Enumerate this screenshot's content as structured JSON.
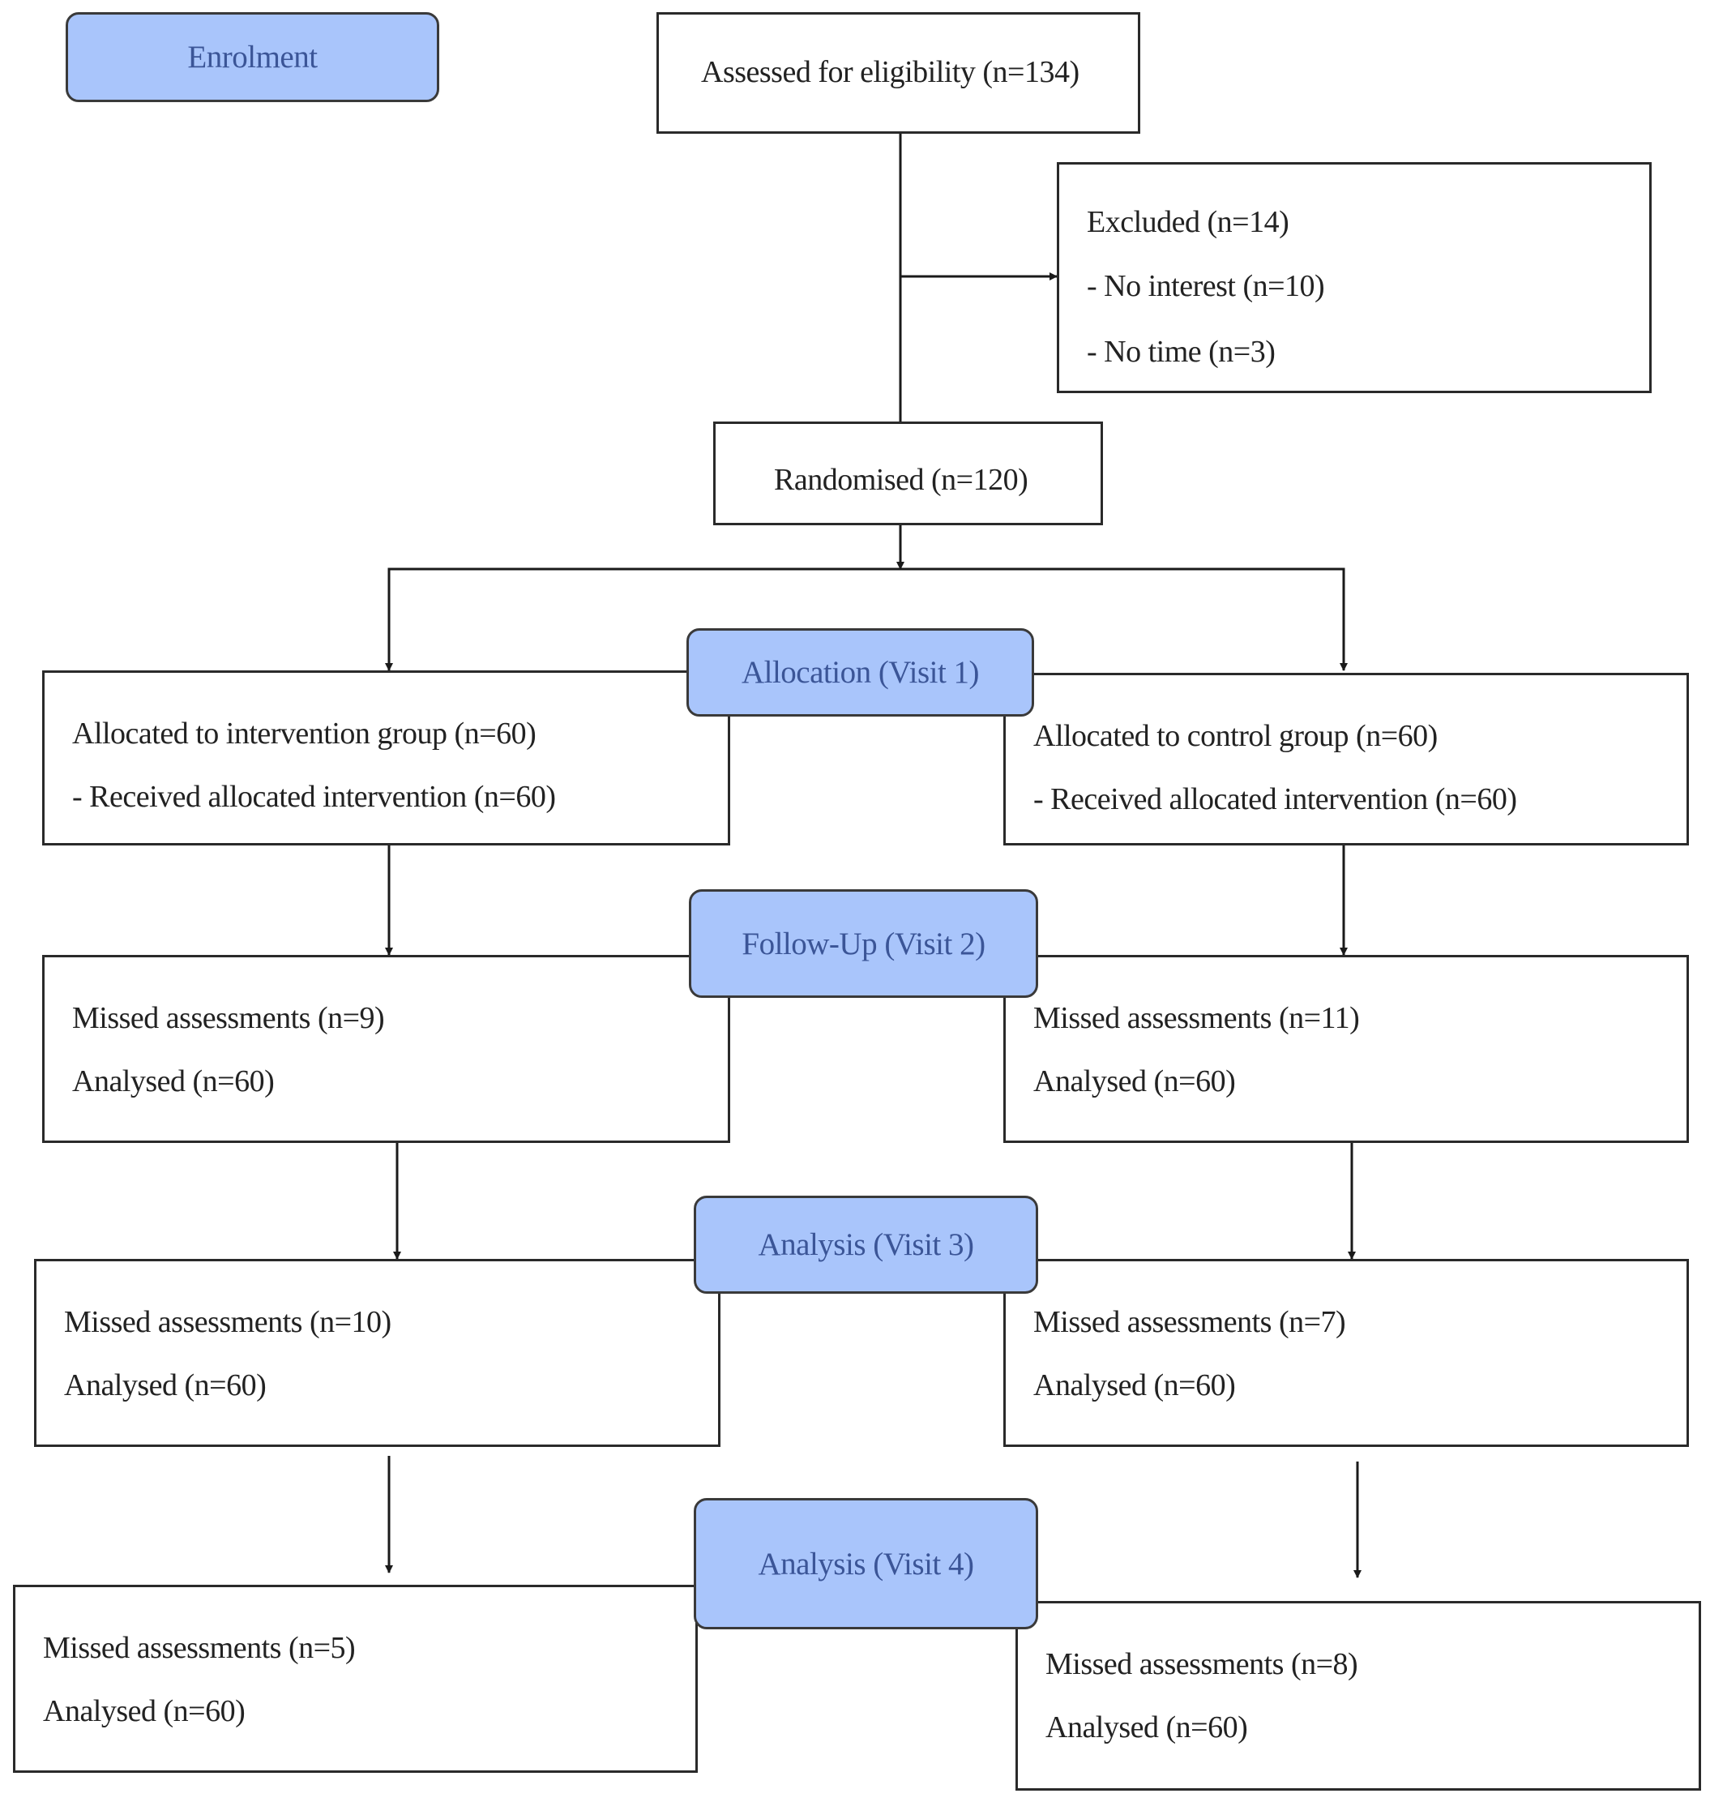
{
  "colors": {
    "stage_fill": "#a9c5fb",
    "stage_text": "#3b5597",
    "box_border": "#2a2a2a",
    "text": "#222222",
    "connector": "#1a1a1a"
  },
  "stages": {
    "enrolment": "Enrolment",
    "allocation": "Allocation (Visit 1)",
    "follow_up": "Follow-Up (Visit 2)",
    "analysis_3": "Analysis (Visit 3)",
    "analysis_4": "Analysis (Visit 4)"
  },
  "assessed": {
    "label": "Assessed for eligibility  (n=134)"
  },
  "excluded": {
    "title": "Excluded (n=14)",
    "reasons": [
      "- No interest (n=10)",
      "- No time  (n=3)"
    ]
  },
  "randomised": {
    "label": "Randomised (n=120)"
  },
  "intervention": {
    "allocated": "Allocated to intervention  group (n=60)",
    "received": "- Received allocated  intervention (n=60)",
    "visit2": {
      "missed": "Missed assessments (n=9)",
      "analysed": "Analysed (n=60)"
    },
    "visit3": {
      "missed": "Missed assessments (n=10)",
      "analysed": "Analysed (n=60)"
    },
    "visit4": {
      "missed": "Missed assessments (n=5)",
      "analysed": "Analysed (n=60)"
    }
  },
  "control": {
    "allocated": "Allocated to control group (n=60)",
    "received": "- Received allocated  intervention (n=60)",
    "visit2": {
      "missed": "Missed assessments (n=11)",
      "analysed": "Analysed (n=60)"
    },
    "visit3": {
      "missed": "Missed assessments (n=7)",
      "analysed": "Analysed (n=60)"
    },
    "visit4": {
      "missed": "Missed assessments (n=8)",
      "analysed": "Analysed (n=60)"
    }
  }
}
